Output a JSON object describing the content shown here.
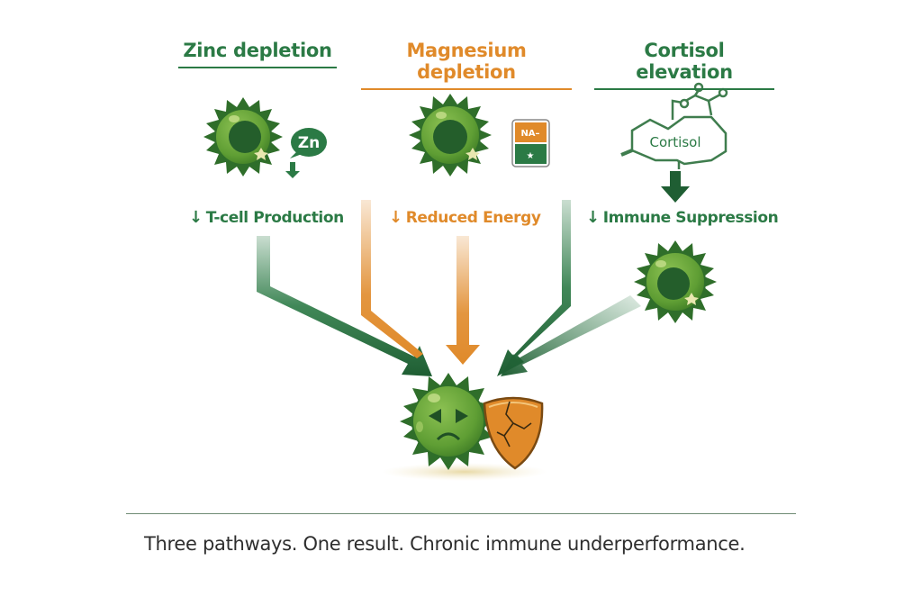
{
  "pathways": [
    {
      "title": "Zinc depletion",
      "effect": "T-cell Production",
      "effect_arrow": "↓",
      "color": "#2b7a45",
      "badge": "Zn"
    },
    {
      "title": "Magnesium depletion",
      "effect": "Reduced Energy",
      "effect_arrow": "↓",
      "color": "#e08a2a",
      "badge_top": "NA–",
      "badge_bottom": "★"
    },
    {
      "title": "Cortisol elevation",
      "effect": "Immune Suppression",
      "effect_arrow": "↓",
      "color": "#2b7a45",
      "badge": "Cortisol"
    }
  ],
  "result": {
    "cell": "sad-immune-cell",
    "shield": "cracked-shield"
  },
  "caption": "Three pathways. One result. Chronic immune underperformance.",
  "colors": {
    "green": "#2b7a45",
    "dark_green": "#1f5e33",
    "orange": "#e08a2a",
    "cell_green": "#5f9e34"
  }
}
